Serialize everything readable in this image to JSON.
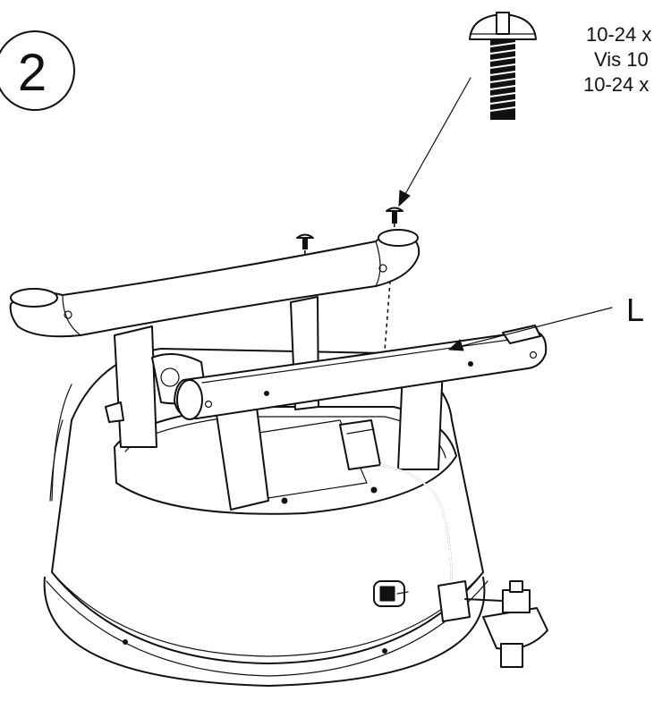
{
  "step": {
    "number": "2"
  },
  "hardware": {
    "lines": [
      "10-24 x",
      "Vis 10",
      "10-24 x"
    ],
    "icon": "pan-head-screw-icon"
  },
  "part_label": "L"
}
